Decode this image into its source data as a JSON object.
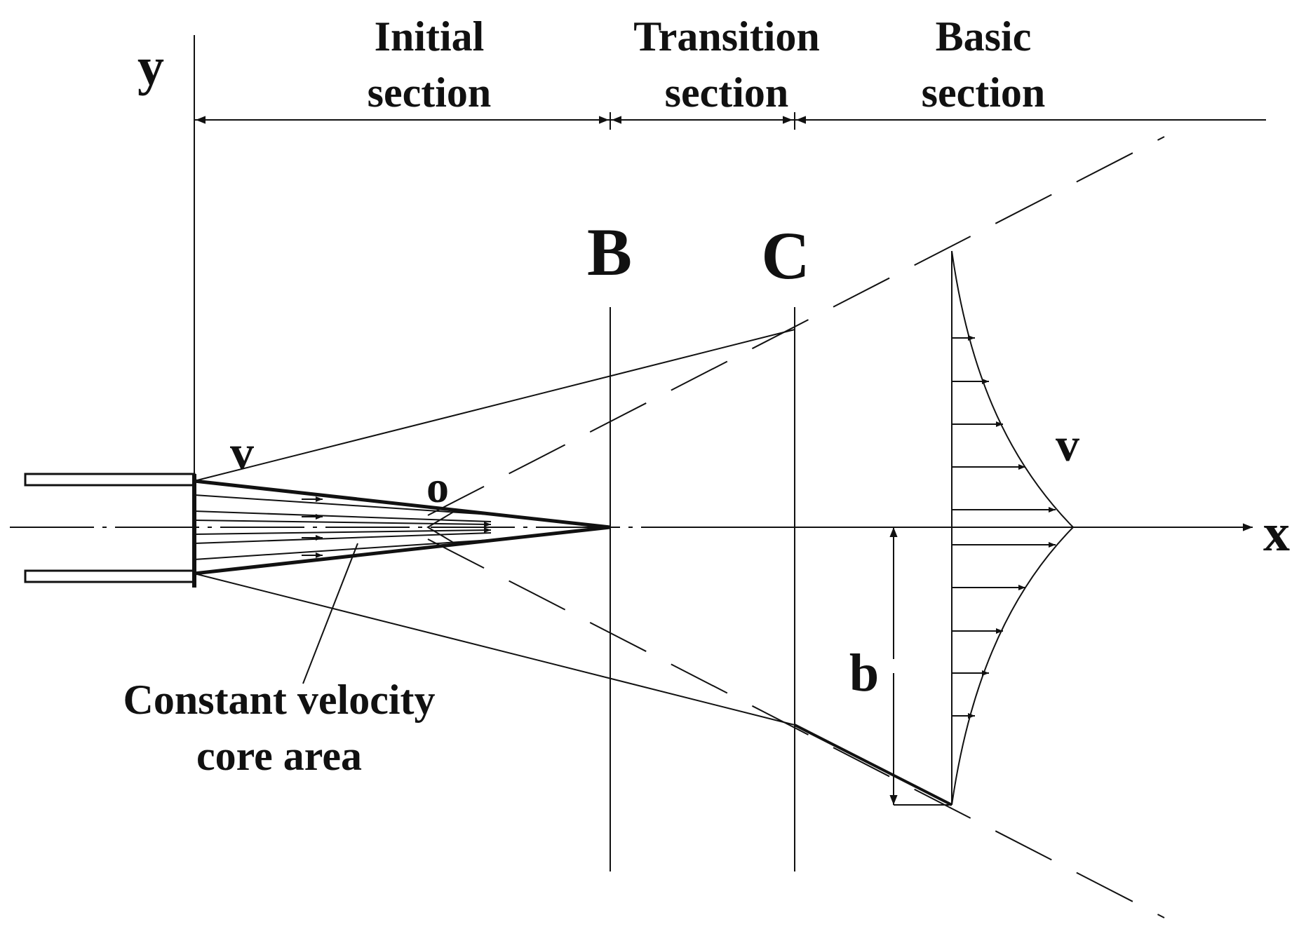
{
  "labels": {
    "y_axis": "y",
    "x_axis": "x",
    "initial_line1": "Initial",
    "initial_line2": "section",
    "transition_line1": "Transition",
    "transition_line2": "section",
    "basic_line1": "Basic",
    "basic_line2": "section",
    "section_b": "B",
    "section_c": "C",
    "velocity_left": "v",
    "velocity_right": "v",
    "pole": "o",
    "half_width": "b",
    "core_line1": "Constant velocity",
    "core_line2": "core area"
  }
}
